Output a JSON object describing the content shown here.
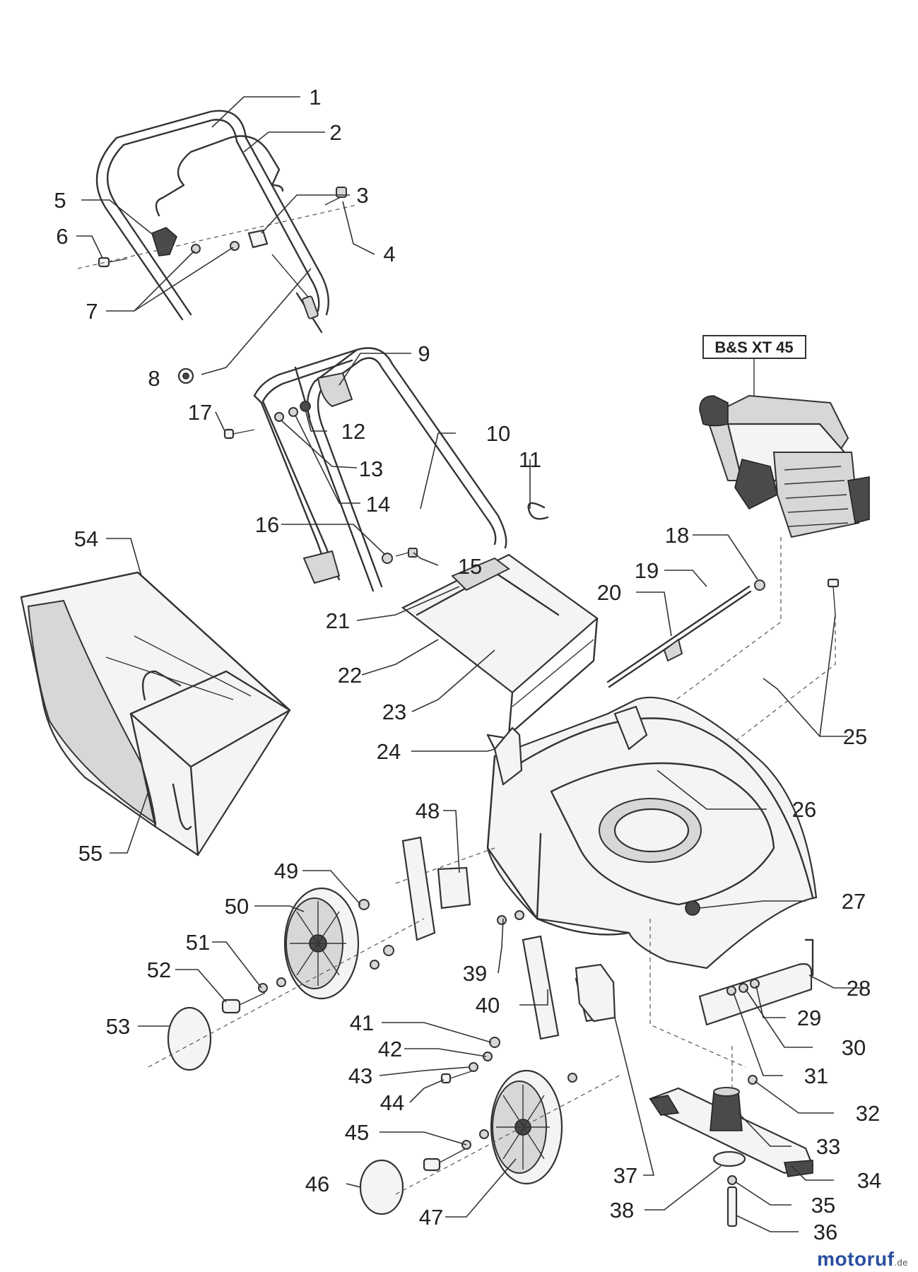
{
  "engine_label": "B&S XT 45",
  "watermark": {
    "text": "motoruf",
    "tld": ".de"
  },
  "callouts": [
    "1",
    "2",
    "3",
    "4",
    "5",
    "6",
    "7",
    "8",
    "9",
    "10",
    "11",
    "12",
    "13",
    "14",
    "15",
    "16",
    "17",
    "18",
    "19",
    "20",
    "21",
    "22",
    "23",
    "24",
    "25",
    "26",
    "27",
    "28",
    "29",
    "30",
    "31",
    "32",
    "33",
    "34",
    "35",
    "36",
    "37",
    "38",
    "39",
    "40",
    "41",
    "42",
    "43",
    "44",
    "45",
    "46",
    "47",
    "48",
    "49",
    "50",
    "51",
    "52",
    "53",
    "54",
    "55"
  ]
}
